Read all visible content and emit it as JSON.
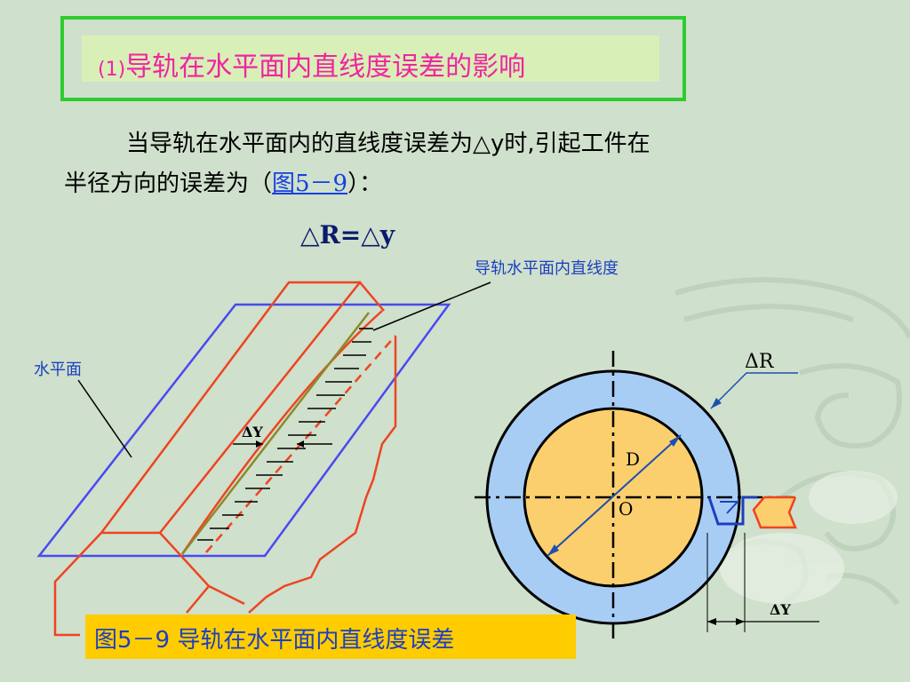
{
  "title": {
    "number": "(1)",
    "text": "导轨在水平面内直线度误差的影响"
  },
  "paragraph": {
    "line1": "当导轨在水平面内的直线度误差为△y时,引起工件在",
    "line2_before": "半径方向的误差为（",
    "link": "图5－9",
    "line2_after": "）："
  },
  "formula": "△R=△y",
  "labels": {
    "guide_straightness": "导轨水平面内直线度",
    "horizontal_plane": "水平面",
    "delta_y_left": "ΔY",
    "delta_r": "ΔR",
    "d": "D",
    "o": "O",
    "delta_y_right": "ΔY"
  },
  "caption": "图5－9  导轨在水平面内直线度误差",
  "colors": {
    "title_border": "#2fcc2f",
    "title_text": "#f025a0",
    "rail": "#ee4422",
    "plane": "#4a4af0",
    "ring": "#a8cdf5",
    "core": "#fccf6e",
    "caption_bg": "#ffcc00",
    "caption_text": "#1d3fc0"
  }
}
